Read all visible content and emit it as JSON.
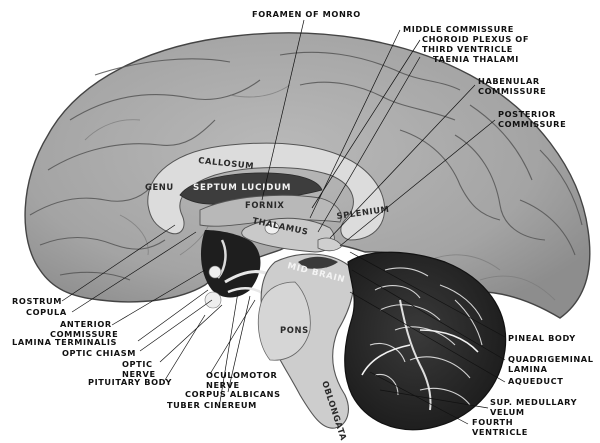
{
  "labels": {
    "foramen_of_monro": "FORAMEN OF MONRO",
    "middle_commissure": "MIDDLE COMMISSURE",
    "choroid_plexus_1": "CHOROID PLEXUS OF",
    "choroid_plexus_2": "THIRD VENTRICLE",
    "taenia_thalami": "TAENIA THALAMI",
    "habenular_1": "HABENULAR",
    "habenular_2": "COMMISSURE",
    "posterior_1": "POSTERIOR",
    "posterior_2": "COMMISSURE",
    "rostrum": "ROSTRUM",
    "copula": "COPULA",
    "anterior_1": "ANTERIOR",
    "anterior_2": "COMMISSURE",
    "lamina_terminalis": "LAMINA TERMINALIS",
    "optic_chiasm": "OPTIC CHIASM",
    "optic_nerve_1": "OPTIC",
    "optic_nerve_2": "NERVE",
    "pituitary_body": "PITUITARY BODY",
    "oculomotor_1": "OCULOMOTOR",
    "oculomotor_2": "NERVE",
    "corpus_albicans": "CORPUS ALBICANS",
    "tuber_cinereum": "TUBER CINEREUM",
    "pineal_body": "PINEAL BODY",
    "quadrigeminal_1": "QUADRIGEMINAL",
    "quadrigeminal_2": "LAMINA",
    "aqueduct": "AQUEDUCT",
    "sup_medullary_1": "SUP. MEDULLARY",
    "sup_medullary_2": "VELUM",
    "fourth_ventricle_1": "FOURTH",
    "fourth_ventricle_2": "VENTRICLE"
  },
  "inner_labels": {
    "callosum": "CALLOSUM",
    "genu": "GENU",
    "septum_lucidum": "SEPTUM LUCIDUM",
    "fornix": "FORNIX",
    "thalamus": "THALAMUS",
    "splenium": "SPLENIUM",
    "mid_brain": "MID BRAIN",
    "pons": "PONS",
    "oblongata": "OBLONGATA"
  }
}
